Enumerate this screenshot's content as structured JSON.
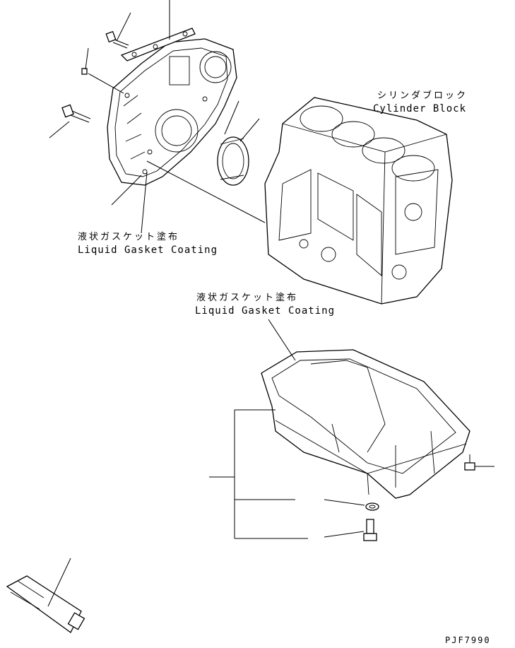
{
  "labels": {
    "cylinder_block_jp": "シリンダブロック",
    "cylinder_block_en": "Cylinder Block",
    "gasket_top_jp": "液状ガスケット塗布",
    "gasket_top_en": "Liquid Gasket Coating",
    "gasket_pan_jp": "液状ガスケット塗布",
    "gasket_pan_en": "Liquid Gasket Coating",
    "drawing_code": "PJF7990"
  }
}
